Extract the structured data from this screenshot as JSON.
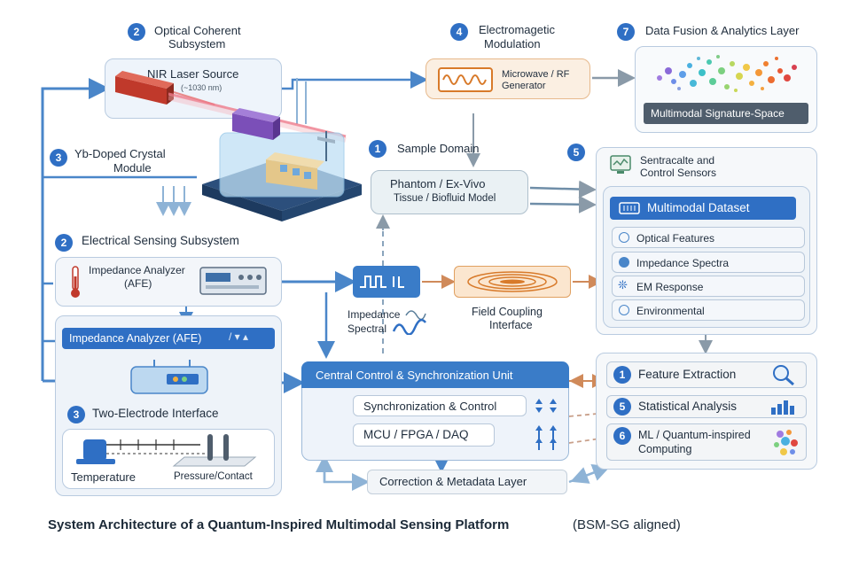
{
  "subsystems": {
    "optical": {
      "num": "2",
      "title_l1": "Optical Coherent",
      "title_l2": "Subsystem"
    },
    "laser": {
      "title": "NIR Laser Source",
      "sub": "(~1030 nm)"
    },
    "em": {
      "num": "4",
      "title_l1": "Electromagetic",
      "title_l2": "Modulation",
      "box_l1": "Microwave / RF",
      "box_l2": "Generator"
    },
    "fusion": {
      "num": "7",
      "title": "Data Fusion & Analytics Layer",
      "space_label": "Multimodal Signature-Space"
    },
    "crystal": {
      "num": "3",
      "title_l1": "Yb-Doped Crystal",
      "title_l2": "Module"
    },
    "sample": {
      "num": "1",
      "title": "Sample Domain",
      "box_l1": "Phantom / Ex-Vivo",
      "box_l2": "Tissue / Biofluid Model"
    },
    "sensors": {
      "num": "5",
      "title_l1": "Sentracalte and",
      "title_l2": "Control Sensors",
      "dataset": "Multimodal Dataset",
      "items": [
        "Optical Features",
        "Impedance Spectra",
        "EM Response",
        "Environmental"
      ]
    },
    "electrical": {
      "num": "2",
      "title": "Electrical Sensing Subsystem",
      "analyzer_l1": "Impedance Analyzer",
      "analyzer_l2": "(AFE)",
      "afe_bar": "Impedance Analyzer (AFE)"
    },
    "electrode": {
      "num": "3",
      "title": "Two-Electrode Interface",
      "temp": "Temperature",
      "pressure": "Pressure/Contact"
    },
    "impedance_spectral": {
      "l1": "Impedance",
      "l2": "Spectral"
    },
    "field": {
      "l1": "Field Coupling",
      "l2": "Interface"
    },
    "control": {
      "title": "Central Control & Synchronization  Unit",
      "sync": "Synchronization & Control",
      "mcu": "MCU / FPGA / DAQ"
    },
    "correction": {
      "label": "Correction & Metadata Layer"
    },
    "analytics": {
      "items": [
        {
          "num": "1",
          "label": "Feature Extraction"
        },
        {
          "num": "5",
          "label": "Statistical Analysis"
        },
        {
          "num": "6",
          "label_l1": "ML / Quantum-inspired",
          "label_l2": "Computing"
        }
      ]
    }
  },
  "caption": {
    "main": "System Architecture of a Quantum-Inspired Multimodal Sensing Platform",
    "suffix": "(BSM-SG aligned)"
  },
  "colors": {
    "accent": "#2f6fc4",
    "arrow": "#4a86c9",
    "orange": "#e08b3a",
    "bar": "#2f6fc4"
  }
}
